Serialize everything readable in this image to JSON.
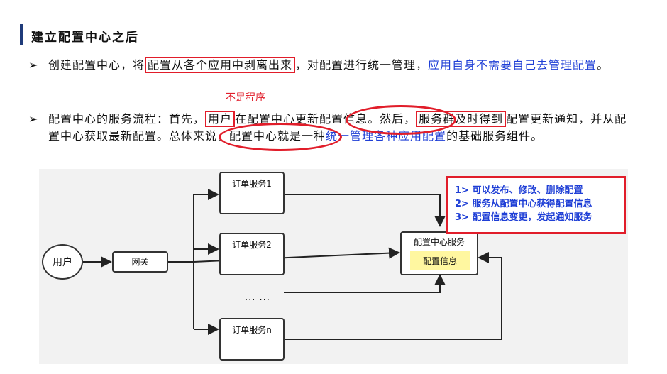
{
  "title": "建立配置中心之后",
  "bullets": {
    "marker": "➢",
    "p1": {
      "a": "创建配置中心，将",
      "b": "配置从各个应用中剥离出来",
      "c": "，对配置进行统一管理，",
      "d": "应用自身不需要自己去管理配置",
      "e": "。"
    },
    "p2": {
      "a": "配置中心的服务流程：首先，",
      "b": "用户",
      "c": "在配置中心",
      "d": "更新配置信息",
      "e": "。然后，",
      "f": "服务群及时得到",
      "g": "配置更新通知，并从配置中心",
      "h": "获取最新配置",
      "i": "。总体来说，配置中心就是一种",
      "j": "统一管理各种应用配置",
      "k": "的基础服务组件。"
    }
  },
  "annotation": "不是程序",
  "diagram": {
    "user": "用户",
    "gateway": "网关",
    "services": [
      "订单服务1",
      "订单服务2",
      "订单服务n"
    ],
    "dots": "... ...",
    "config_center": "配置中心服务",
    "config_info": "配置信息"
  },
  "notes": [
    "1> 可以发布、修改、删除配置",
    "2> 服务从配置中心获得配置信息",
    "3> 配置信息变更，发起通知服务"
  ],
  "colors": {
    "highlight": "#e11d2a",
    "blue_text": "#1f3fd6",
    "accent_bar": "#1f3b7a",
    "config_fill": "#fff7a0"
  }
}
